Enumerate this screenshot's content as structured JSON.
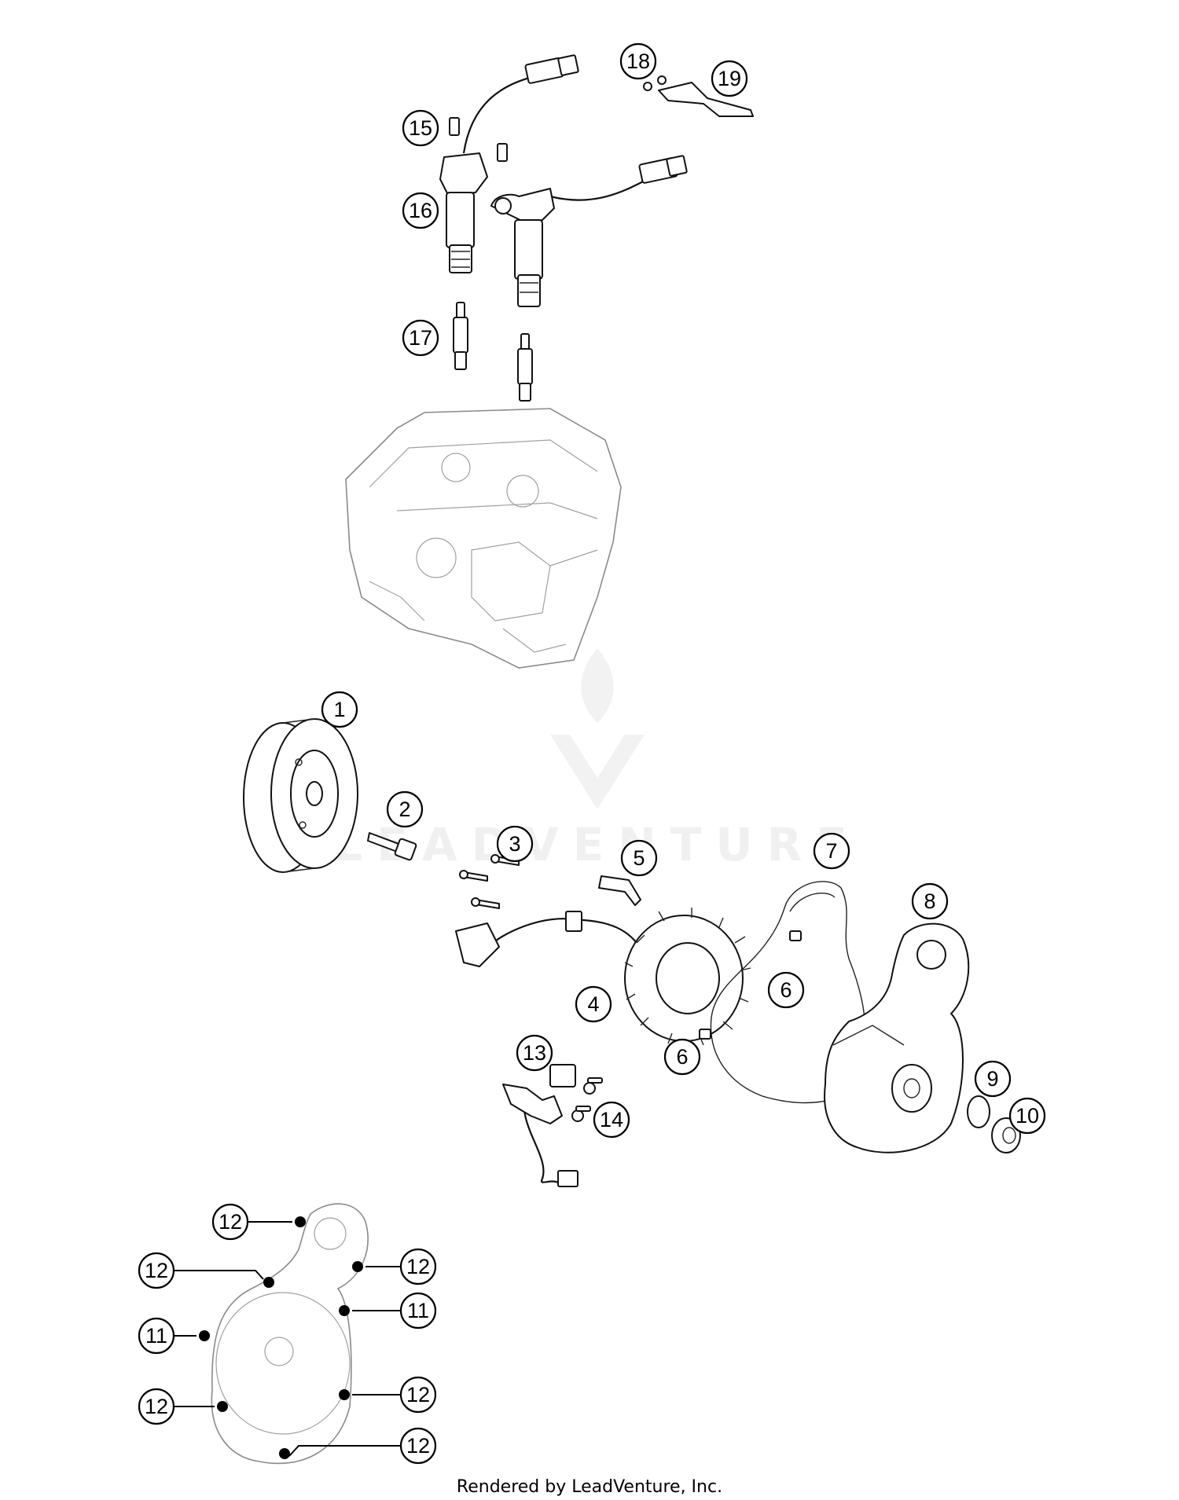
{
  "diagram": {
    "callouts": [
      {
        "id": "c1",
        "label": "1"
      },
      {
        "id": "c2",
        "label": "2"
      },
      {
        "id": "c3",
        "label": "3"
      },
      {
        "id": "c4",
        "label": "4"
      },
      {
        "id": "c5",
        "label": "5"
      },
      {
        "id": "c6a",
        "label": "6"
      },
      {
        "id": "c6b",
        "label": "6"
      },
      {
        "id": "c7",
        "label": "7"
      },
      {
        "id": "c8",
        "label": "8"
      },
      {
        "id": "c9",
        "label": "9"
      },
      {
        "id": "c10",
        "label": "10"
      },
      {
        "id": "c11a",
        "label": "11"
      },
      {
        "id": "c11b",
        "label": "11"
      },
      {
        "id": "c12a",
        "label": "12"
      },
      {
        "id": "c12b",
        "label": "12"
      },
      {
        "id": "c12c",
        "label": "12"
      },
      {
        "id": "c12d",
        "label": "12"
      },
      {
        "id": "c12e",
        "label": "12"
      },
      {
        "id": "c12f",
        "label": "12"
      },
      {
        "id": "c13",
        "label": "13"
      },
      {
        "id": "c14",
        "label": "14"
      },
      {
        "id": "c15",
        "label": "15"
      },
      {
        "id": "c16",
        "label": "16"
      },
      {
        "id": "c17",
        "label": "17"
      },
      {
        "id": "c18",
        "label": "18"
      },
      {
        "id": "c19",
        "label": "19"
      }
    ],
    "watermark_text": "LEADVENTURE",
    "footer": "Rendered by LeadVenture, Inc."
  }
}
